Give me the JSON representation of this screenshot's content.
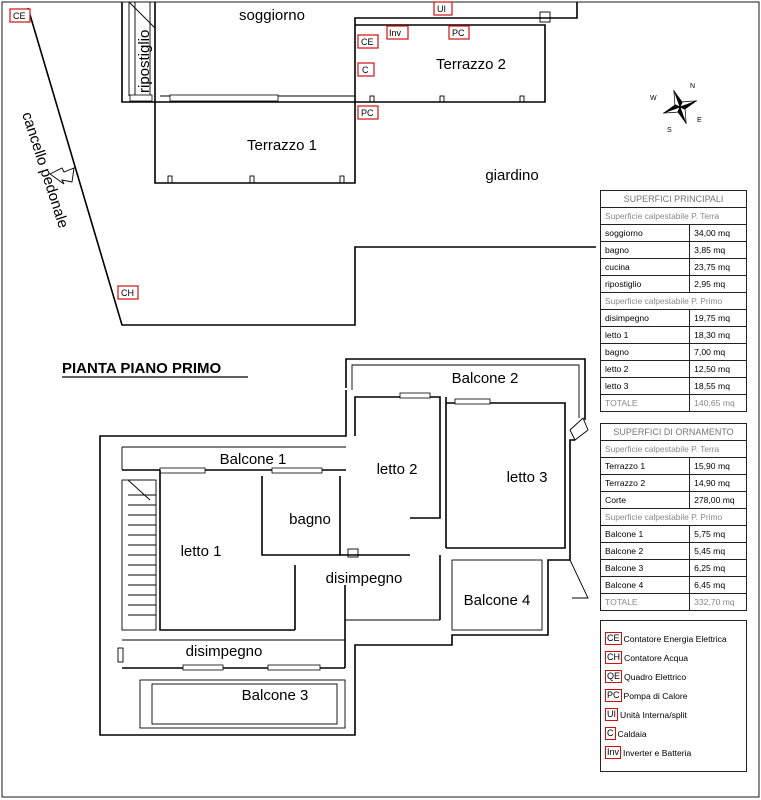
{
  "rooms_ground": {
    "soggiorno": "soggiorno",
    "ripostiglio": "ripostiglio",
    "terrazzo1": "Terrazzo 1",
    "terrazzo2": "Terrazzo 2",
    "giardino": "giardino",
    "cancello": "cancello pedonale"
  },
  "tags": {
    "CE": "CE",
    "UI": "UI",
    "Inv": "Inv",
    "PC": "PC",
    "C": "C",
    "CH": "CH"
  },
  "section_title": "PIANTA PIANO PRIMO",
  "rooms_first": {
    "balcone1": "Balcone 1",
    "balcone2": "Balcone 2",
    "balcone3": "Balcone 3",
    "balcone4": "Balcone 4",
    "letto1": "letto 1",
    "letto2": "letto 2",
    "letto3": "letto 3",
    "bagno": "bagno",
    "disimpegno_top": "disimpegno",
    "disimpegno_bottom": "disimpegno"
  },
  "compass": {
    "n": "N",
    "s": "S",
    "e": "E",
    "w": "W"
  },
  "superfici_principali": {
    "title": "SUPERFICI PRINCIPALI",
    "groups": [
      {
        "label": "Superficie calpestabile P. Terra",
        "rows": [
          {
            "name": "soggiorno",
            "value": "34,00 mq"
          },
          {
            "name": "bagno",
            "value": "3,85 mq"
          },
          {
            "name": "cucina",
            "value": "23,75 mq"
          },
          {
            "name": "ripostiglio",
            "value": "2,95 mq"
          }
        ]
      },
      {
        "label": "Superficie calpestabile P. Primo",
        "rows": [
          {
            "name": "disimpegno",
            "value": "19,75 mq"
          },
          {
            "name": "letto 1",
            "value": "18,30 mq"
          },
          {
            "name": "bagno",
            "value": "7,00 mq"
          },
          {
            "name": "letto 2",
            "value": "12,50 mq"
          },
          {
            "name": "letto 3",
            "value": "18,55 mq"
          }
        ]
      }
    ],
    "total_label": "TOTALE",
    "total_value": "140,65 mq"
  },
  "superfici_ornamento": {
    "title": "SUPERFICI DI ORNAMENTO",
    "groups": [
      {
        "label": "Superficie calpestabile P. Terra",
        "rows": [
          {
            "name": "Terrazzo 1",
            "value": "15,90 mq"
          },
          {
            "name": "Terrazzo 2",
            "value": "14,90 mq"
          },
          {
            "name": "Corte",
            "value": "278,00 mq"
          }
        ]
      },
      {
        "label": "Superficie calpestabile P. Primo",
        "rows": [
          {
            "name": "Balcone 1",
            "value": "5,75 mq"
          },
          {
            "name": "Balcone 2",
            "value": "5,45 mq"
          },
          {
            "name": "Balcone 3",
            "value": "6,25 mq"
          },
          {
            "name": "Balcone 4",
            "value": "6,45 mq"
          }
        ]
      }
    ],
    "total_label": "TOTALE",
    "total_value": "332,70 mq"
  },
  "legend": [
    {
      "code": "CE",
      "label": "Contatore Energia Elettrica"
    },
    {
      "code": "CH",
      "label": "Contatore Acqua"
    },
    {
      "code": "QE",
      "label": "Quadro Elettrico"
    },
    {
      "code": "PC",
      "label": "Pompa di Calore"
    },
    {
      "code": "UI",
      "label": "Unità Interna/split"
    },
    {
      "code": "C",
      "label": "Caldaia"
    },
    {
      "code": "Inv",
      "label": "Inverter e Batteria"
    }
  ],
  "colors": {
    "tag_border": "#d01010",
    "line": "#000000",
    "muted_text": "#888888"
  }
}
